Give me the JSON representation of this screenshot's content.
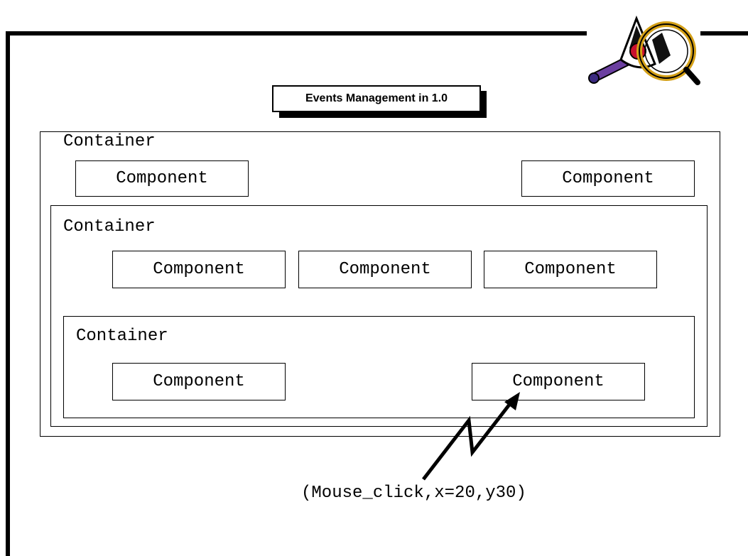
{
  "slide": {
    "title": "Events Management in 1.0",
    "mascot_icon": "java-duke-magnifier-icon"
  },
  "outer_container": {
    "label": "Container",
    "components": [
      "Component",
      "Component"
    ]
  },
  "middle_container": {
    "label": "Container",
    "components": [
      "Component",
      "Component",
      "Component"
    ]
  },
  "inner_container": {
    "label": "Container",
    "components": [
      "Component",
      "Component"
    ]
  },
  "event": {
    "label": "(Mouse_click,x=20,y30)",
    "arrow_icon": "lightning-arrow-icon"
  },
  "colors": {
    "line": "#000000",
    "background": "#ffffff",
    "mascot_red": "#c8102e",
    "mascot_purple": "#6b3fa0",
    "magnifier_gold": "#d4a017"
  }
}
